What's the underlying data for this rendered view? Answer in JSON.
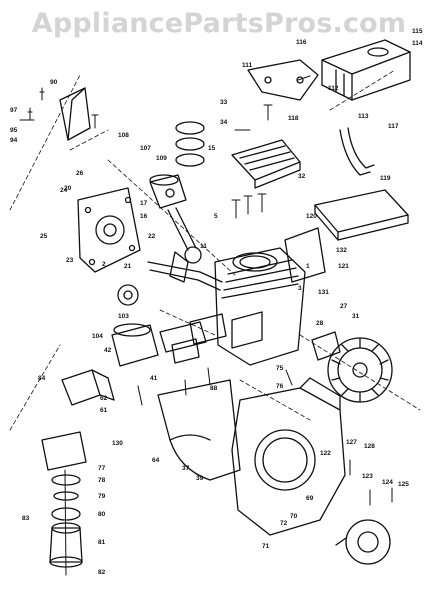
{
  "watermark": "AppliancePartsPros.com",
  "part_labels": [
    {
      "id": "l115",
      "text": "115"
    },
    {
      "id": "l114",
      "text": "114"
    },
    {
      "id": "l111",
      "text": "111"
    },
    {
      "id": "l116",
      "text": "116"
    },
    {
      "id": "l90",
      "text": "90"
    },
    {
      "id": "l33",
      "text": "33"
    },
    {
      "id": "l34",
      "text": "34"
    },
    {
      "id": "l118",
      "text": "118"
    },
    {
      "id": "l112",
      "text": "112"
    },
    {
      "id": "l113",
      "text": "113"
    },
    {
      "id": "l117",
      "text": "117"
    },
    {
      "id": "l108",
      "text": "108"
    },
    {
      "id": "l107",
      "text": "107"
    },
    {
      "id": "l109",
      "text": "109"
    },
    {
      "id": "l15",
      "text": "15"
    },
    {
      "id": "l32",
      "text": "32"
    },
    {
      "id": "l119",
      "text": "119"
    },
    {
      "id": "l26",
      "text": "26"
    },
    {
      "id": "l20",
      "text": "20"
    },
    {
      "id": "l17",
      "text": "17"
    },
    {
      "id": "l16",
      "text": "16"
    },
    {
      "id": "l120",
      "text": "120"
    },
    {
      "id": "l132",
      "text": "132"
    },
    {
      "id": "l25",
      "text": "25"
    },
    {
      "id": "l23",
      "text": "23"
    },
    {
      "id": "l22",
      "text": "22"
    },
    {
      "id": "l21",
      "text": "21"
    },
    {
      "id": "l11",
      "text": "11"
    },
    {
      "id": "l121",
      "text": "121"
    },
    {
      "id": "l3",
      "text": "3"
    },
    {
      "id": "l131",
      "text": "131"
    },
    {
      "id": "l103",
      "text": "103"
    },
    {
      "id": "l104",
      "text": "104"
    },
    {
      "id": "l28",
      "text": "28"
    },
    {
      "id": "l27",
      "text": "27"
    },
    {
      "id": "l31",
      "text": "31"
    },
    {
      "id": "l42",
      "text": "42"
    },
    {
      "id": "l41",
      "text": "41"
    },
    {
      "id": "l88",
      "text": "88"
    },
    {
      "id": "l75",
      "text": "75"
    },
    {
      "id": "l76",
      "text": "76"
    },
    {
      "id": "l84",
      "text": "84"
    },
    {
      "id": "l62",
      "text": "62"
    },
    {
      "id": "l61",
      "text": "61"
    },
    {
      "id": "l64",
      "text": "64"
    },
    {
      "id": "l122",
      "text": "122"
    },
    {
      "id": "l77",
      "text": "77"
    },
    {
      "id": "l78",
      "text": "78"
    },
    {
      "id": "l79",
      "text": "79"
    },
    {
      "id": "l80",
      "text": "80"
    },
    {
      "id": "l81",
      "text": "81"
    },
    {
      "id": "l82",
      "text": "82"
    },
    {
      "id": "l83",
      "text": "83"
    },
    {
      "id": "l69",
      "text": "69"
    },
    {
      "id": "l70",
      "text": "70"
    },
    {
      "id": "l71",
      "text": "71"
    },
    {
      "id": "l72",
      "text": "72"
    },
    {
      "id": "l123",
      "text": "123"
    },
    {
      "id": "l124",
      "text": "124"
    },
    {
      "id": "l125",
      "text": "125"
    },
    {
      "id": "l37",
      "text": "37"
    },
    {
      "id": "l39",
      "text": "39"
    },
    {
      "id": "l130",
      "text": "130"
    },
    {
      "id": "l127",
      "text": "127"
    },
    {
      "id": "l128",
      "text": "128"
    },
    {
      "id": "l97",
      "text": "97"
    },
    {
      "id": "l95",
      "text": "95"
    },
    {
      "id": "l94",
      "text": "94"
    },
    {
      "id": "l2",
      "text": "2"
    },
    {
      "id": "l5",
      "text": "5"
    },
    {
      "id": "l24",
      "text": "24"
    },
    {
      "id": "l1",
      "text": "1"
    }
  ]
}
